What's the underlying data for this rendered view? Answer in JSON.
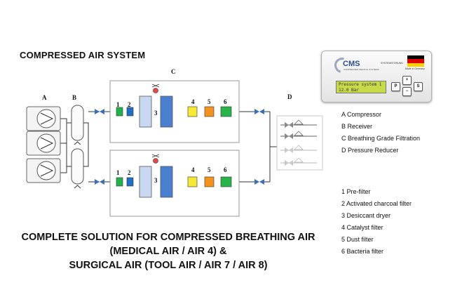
{
  "title": "COMPRESSED AIR SYSTEM",
  "sections": {
    "a": "A",
    "b": "B",
    "c": "C",
    "d": "D"
  },
  "filter_numbers": [
    "1",
    "2",
    "3",
    "4",
    "5",
    "6"
  ],
  "legend_components": [
    "A Compressor",
    "B Receiver",
    "C Breathing Grade Filtration",
    "D Pressure Reducer"
  ],
  "legend_filters": [
    "1 Pre-filter",
    "2 Activated charcoal filter",
    "3 Desiccant dryer",
    "4 Catalyst filter",
    "5 Dust filter",
    "6 Bacteria filter"
  ],
  "bottom_title": [
    "COMPLETE SOLUTION FOR COMPRESSED BREATHING AIR",
    "(MEDICAL AIR / AIR 4) &",
    "SURGICAL AIR (TOOL AIR / AIR 7 / AIR 8)"
  ],
  "panel": {
    "logo": "CMS",
    "logo_sub": "COMPRESSED MEDICAL SYSTEMS",
    "system_label": "SYSTEMSTÖRUNG",
    "made_in": "Made in Germany",
    "lcd_line1": "Pressure system 1",
    "lcd_line2": "12.0 Bar",
    "btn_p": "P",
    "btn_s": "S",
    "btn_plus": "+",
    "btn_minus": "−"
  },
  "colors": {
    "filter1": "#22b24c",
    "filter2": "#1f6fc4",
    "filter4": "#f5e836",
    "filter5": "#f3931f",
    "filter6": "#28b34b",
    "dryer_left": "#c9d8f0",
    "dryer_right": "#4a7fd0",
    "valve": "#3b6fb8",
    "flag": [
      "#000000",
      "#dd0000",
      "#ffce00"
    ]
  }
}
